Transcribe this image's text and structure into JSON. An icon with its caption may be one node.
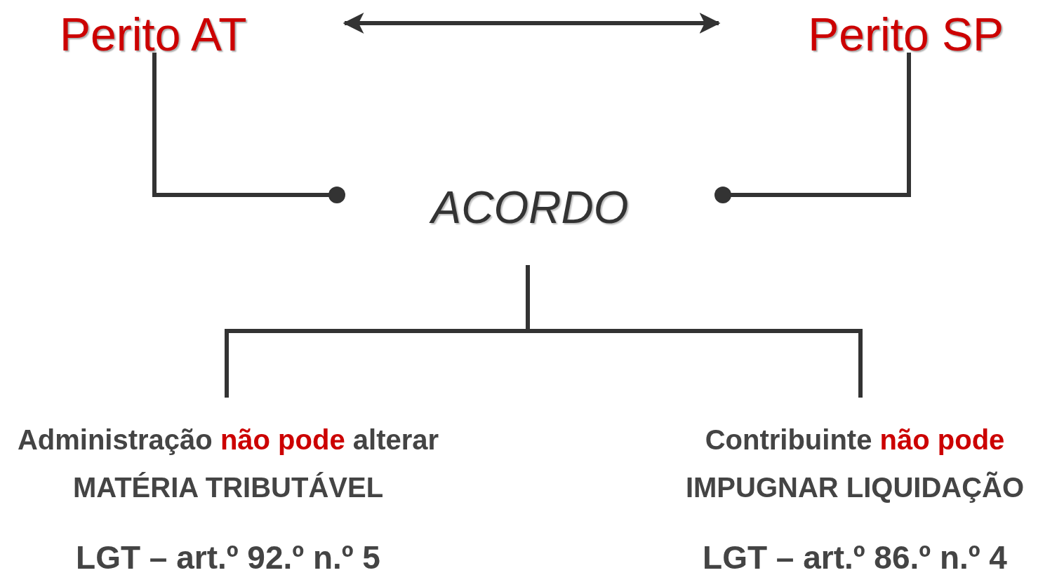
{
  "diagram": {
    "nodes": [
      {
        "text": [
          "Perito AT"
        ]
      },
      {
        "text": [
          "Perito SP"
        ]
      },
      {
        "text": [
          "ACORDO"
        ]
      },
      {
        "text": [
          "Administração **não pode** alterar MATÉRIA TRIBUTÁVEL"
        ],
        "beside": [
          "LGT – art.º 92.º n.º 5"
        ]
      },
      {
        "text": [
          "Contribuinte **não pode** IMPUGNAR LIQUIDAÇÃO"
        ],
        "beside": [
          "LGT – art.º 86.º n.º 4"
        ]
      }
    ],
    "edges": [
      {
        "from": 0,
        "to": 1,
        "arrow": "both"
      },
      {
        "from": 0,
        "to": 2,
        "arrow": "other"
      },
      {
        "from": 1,
        "to": 2,
        "arrow": "other"
      },
      {
        "from": 2,
        "to": 3,
        "arrow": "none"
      },
      {
        "from": 2,
        "to": 4,
        "arrow": "none"
      }
    ]
  }
}
